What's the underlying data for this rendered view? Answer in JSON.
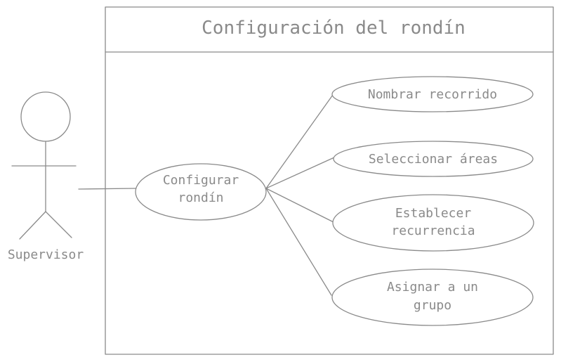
{
  "diagram": {
    "system_title": "Configuración del rondín",
    "actor": {
      "name": "Supervisor",
      "icon": "stick-figure-icon"
    },
    "main_use_case": {
      "lines": [
        "Configurar",
        "rondín"
      ]
    },
    "use_cases": [
      {
        "lines": [
          "Nombrar recorrido"
        ]
      },
      {
        "lines": [
          "Seleccionar áreas"
        ]
      },
      {
        "lines": [
          "Establecer",
          "recurrencia"
        ]
      },
      {
        "lines": [
          "Asignar a un",
          "grupo"
        ]
      }
    ],
    "colors": {
      "stroke": "#8a8a8a",
      "text": "#8a8a8a",
      "background": "#ffffff"
    }
  }
}
